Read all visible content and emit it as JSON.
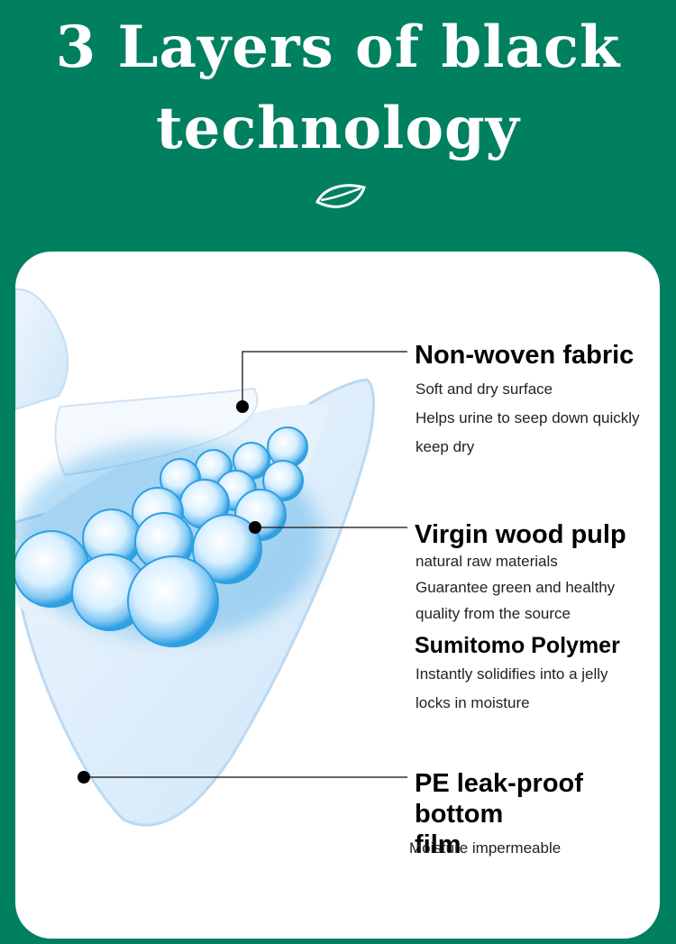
{
  "title": {
    "line1": "3 Layers of black",
    "line2": "technology"
  },
  "colors": {
    "background": "#00805f",
    "card": "#ffffff",
    "bubble": "#3aa8e6",
    "text": "#000000"
  },
  "icons": {
    "header": "leaf-icon"
  },
  "layers": {
    "nonwoven": {
      "heading": "Non-woven fabric",
      "lines": [
        "Soft and dry surface",
        "Helps urine to seep down quickly",
        "keep dry"
      ]
    },
    "pulp": {
      "heading": "Virgin wood pulp",
      "lines": [
        "natural raw materials",
        "Guarantee green and healthy",
        "quality from the source"
      ]
    },
    "polymer": {
      "heading": "Sumitomo Polymer",
      "lines": [
        "Instantly solidifies into a jelly",
        "locks in moisture"
      ]
    },
    "film": {
      "heading_line1": "PE leak-proof bottom",
      "heading_line2": "film",
      "lines": [
        "Moisture impermeable"
      ]
    }
  }
}
